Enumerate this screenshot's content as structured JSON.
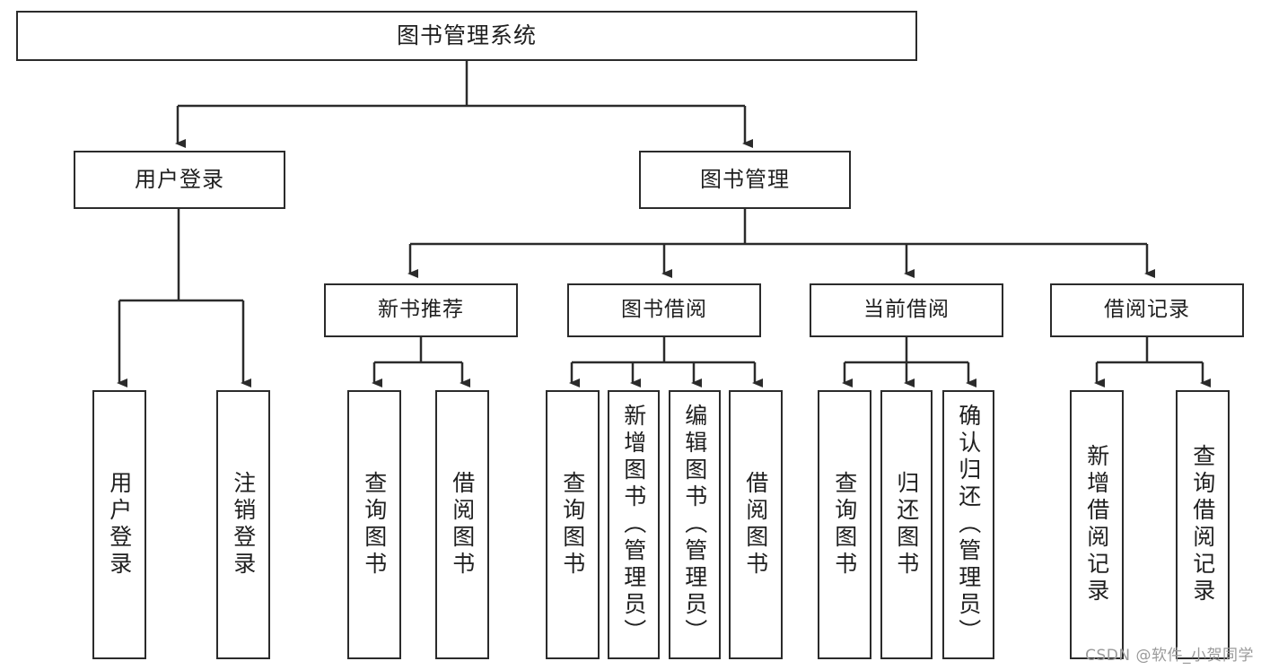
{
  "diagram": {
    "type": "tree-hierarchy",
    "title": "图书管理系统",
    "watermark": "CSDN @软件_小贺同学",
    "colors": {
      "stroke": "#2b2b2b",
      "fill": "#ffffff",
      "text": "#1f1f1f",
      "watermark": "#9a9a9a"
    },
    "nodes": {
      "root": {
        "label": "图书管理系统"
      },
      "level2": [
        {
          "id": "user-login",
          "label": "用户登录"
        },
        {
          "id": "book-manage",
          "label": "图书管理"
        }
      ],
      "level3": [
        {
          "id": "new-book-recommend",
          "label": "新书推荐"
        },
        {
          "id": "book-borrow",
          "label": "图书借阅"
        },
        {
          "id": "current-borrow",
          "label": "当前借阅"
        },
        {
          "id": "borrow-record",
          "label": "借阅记录"
        }
      ],
      "leaves": {
        "user-login": [
          {
            "id": "leaf-user-login",
            "label": "用户登录"
          },
          {
            "id": "leaf-logout",
            "label": "注销登录"
          }
        ],
        "new-book-recommend": [
          {
            "id": "leaf-query-book-1",
            "label": "查询图书"
          },
          {
            "id": "leaf-borrow-book-1",
            "label": "借阅图书"
          }
        ],
        "book-borrow": [
          {
            "id": "leaf-query-book-2",
            "label": "查询图书"
          },
          {
            "id": "leaf-add-book",
            "label": "新增图书（管理员）"
          },
          {
            "id": "leaf-edit-book",
            "label": "编辑图书（管理员）"
          },
          {
            "id": "leaf-borrow-book-2",
            "label": "借阅图书"
          }
        ],
        "current-borrow": [
          {
            "id": "leaf-query-book-3",
            "label": "查询图书"
          },
          {
            "id": "leaf-return-book",
            "label": "归还图书"
          },
          {
            "id": "leaf-confirm-return",
            "label": "确认归还（管理员）"
          }
        ],
        "borrow-record": [
          {
            "id": "leaf-add-record",
            "label": "新增借阅记录"
          },
          {
            "id": "leaf-query-record",
            "label": "查询借阅记录"
          }
        ]
      }
    }
  }
}
